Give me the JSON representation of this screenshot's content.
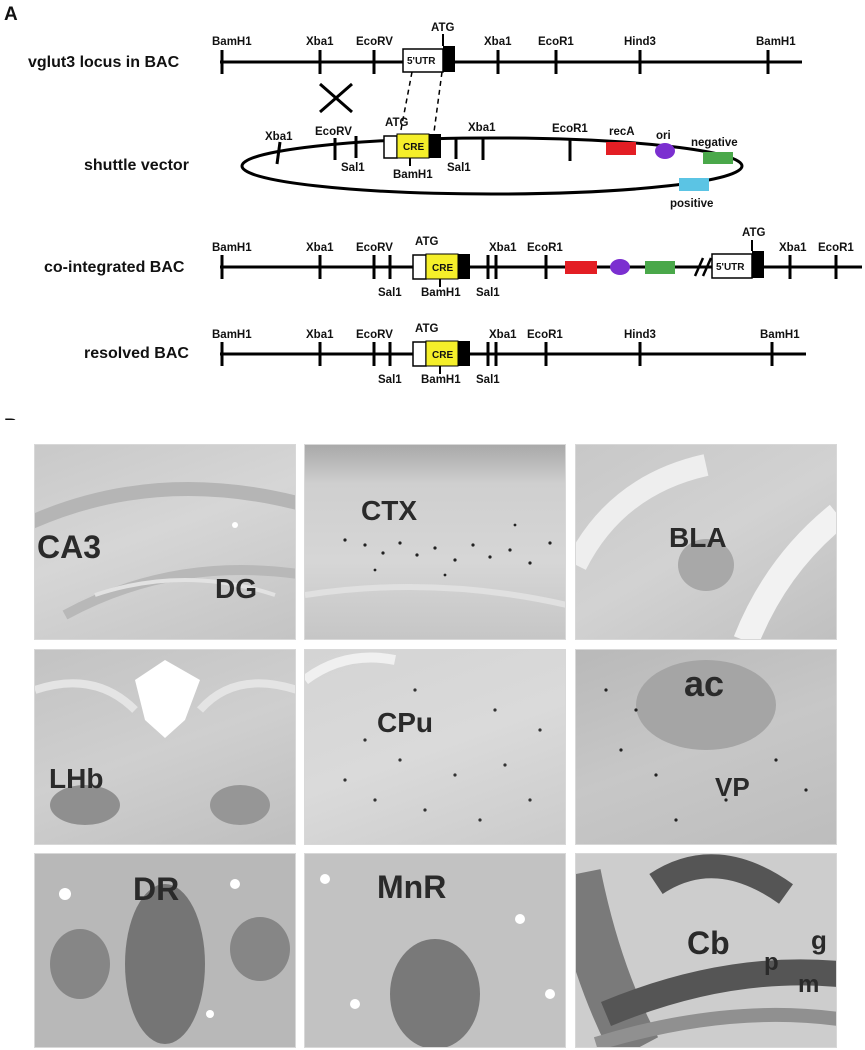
{
  "panel_a": {
    "letter": "A",
    "rows": {
      "vglut3": "vglut3 locus in BAC",
      "shuttle": "shuttle vector",
      "cointegrated": "co-integrated BAC",
      "resolved": "resolved BAC"
    },
    "sites": {
      "bamh1": "BamH1",
      "xba1": "Xba1",
      "ecorv": "EcoRV",
      "ecor1": "EcoR1",
      "hind3": "Hind3",
      "sal1": "Sal1",
      "atg": "ATG"
    },
    "boxes": {
      "utr": "5'UTR",
      "cre": "CRE"
    },
    "markers": {
      "reca": "recA",
      "ori": "ori",
      "negative": "negative",
      "positive": "positive"
    },
    "colors": {
      "cre_yellow": "#f5ef2a",
      "reca_red": "#e31e24",
      "ori_purple": "#7b2fd0",
      "negative_green": "#4aa84a",
      "positive_cyan": "#5bc4e4"
    }
  },
  "panel_b": {
    "letter": "B",
    "panels": {
      "ca3": "CA3",
      "dg": "DG",
      "ctx": "CTX",
      "bla": "BLA",
      "lhb": "LHb",
      "cpu": "CPu",
      "ac": "ac",
      "vp": "VP",
      "dr": "DR",
      "mnr": "MnR",
      "cb": "Cb",
      "g": "g",
      "p": "p",
      "m": "m"
    }
  }
}
